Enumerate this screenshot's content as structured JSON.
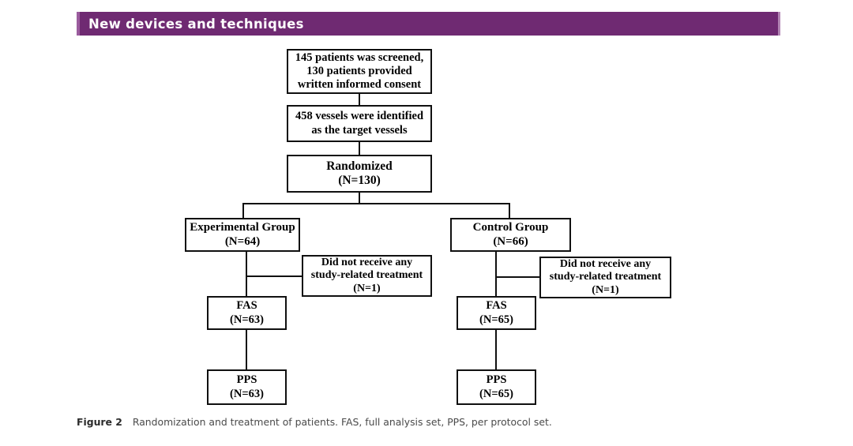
{
  "header": {
    "title": "New devices and techniques",
    "bar_color": "#6F2A72",
    "bar_edge_color": "#9B5C9E",
    "text_color": "#FFFFFF"
  },
  "figure": {
    "caption_label": "Figure 2",
    "caption_text": "Randomization and treatment of patients. FAS, full analysis set, PPS, per protocol set.",
    "border_color": "#101010",
    "box_fill": "#FFFFFF"
  },
  "chart_data": {
    "type": "diagram",
    "diagram_kind": "consort-flow-chart",
    "title": "Randomization and treatment of patients",
    "nodes": [
      {
        "id": "screened",
        "lines": [
          "145 patients was screened,",
          "130 patients provided",
          "written informed consent"
        ],
        "value": 145
      },
      {
        "id": "vessels",
        "lines": [
          "458 vessels were identified",
          "as the target vessels"
        ],
        "value": 458
      },
      {
        "id": "randomized",
        "lines": [
          "Randomized",
          "(N=130)"
        ],
        "value": 130
      },
      {
        "id": "experimental_group",
        "lines": [
          "Experimental Group",
          "(N=64)"
        ],
        "value": 64
      },
      {
        "id": "control_group",
        "lines": [
          "Control Group",
          "(N=66)"
        ],
        "value": 66
      },
      {
        "id": "experimental_excluded",
        "lines": [
          "Did not receive any",
          "study-related treatment",
          "(N=1)"
        ],
        "value": 1
      },
      {
        "id": "control_excluded",
        "lines": [
          "Did not receive any",
          "study-related treatment",
          "(N=1)"
        ],
        "value": 1
      },
      {
        "id": "experimental_fas",
        "lines": [
          "FAS",
          "(N=63)"
        ],
        "value": 63
      },
      {
        "id": "control_fas",
        "lines": [
          "FAS",
          "(N=65)"
        ],
        "value": 65
      },
      {
        "id": "experimental_pps",
        "lines": [
          "PPS",
          "(N=63)"
        ],
        "value": 63
      },
      {
        "id": "control_pps",
        "lines": [
          "PPS",
          "(N=65)"
        ],
        "value": 65
      }
    ],
    "edges": [
      {
        "from": "screened",
        "to": "vessels"
      },
      {
        "from": "vessels",
        "to": "randomized"
      },
      {
        "from": "randomized",
        "to": "experimental_group"
      },
      {
        "from": "randomized",
        "to": "control_group"
      },
      {
        "from": "experimental_group",
        "to": "experimental_excluded"
      },
      {
        "from": "experimental_group",
        "to": "experimental_fas"
      },
      {
        "from": "control_group",
        "to": "control_excluded"
      },
      {
        "from": "control_group",
        "to": "control_fas"
      },
      {
        "from": "experimental_fas",
        "to": "experimental_pps"
      },
      {
        "from": "control_fas",
        "to": "control_pps"
      }
    ],
    "abbreviations": [
      {
        "term": "FAS",
        "meaning": "full analysis set"
      },
      {
        "term": "PPS",
        "meaning": "per protocol set"
      }
    ]
  }
}
